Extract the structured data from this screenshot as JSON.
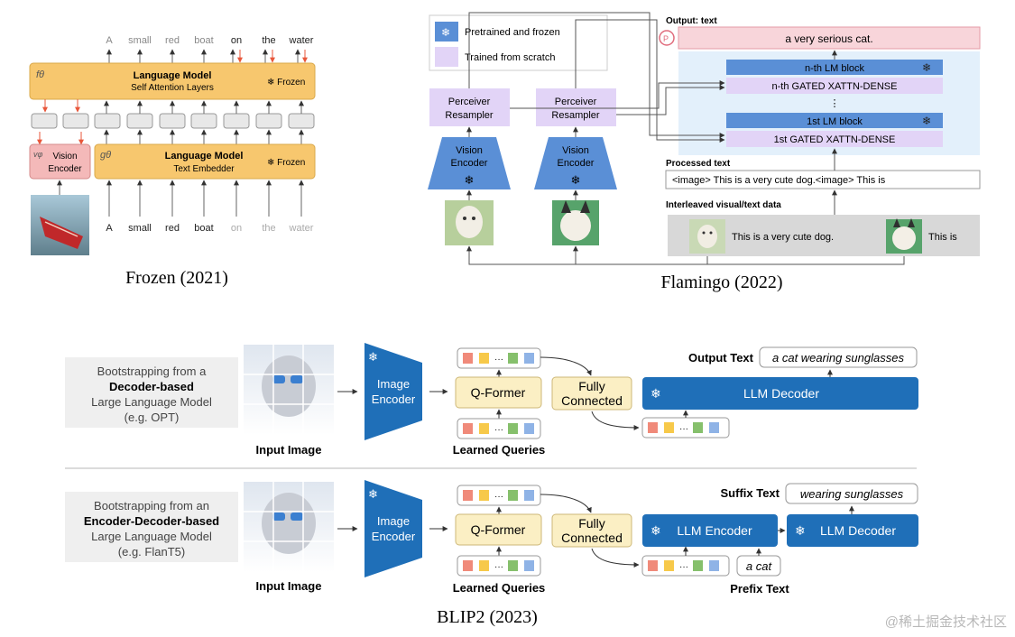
{
  "frozen": {
    "caption": "Frozen (2021)",
    "output_tokens": [
      "A",
      "small",
      "red",
      "boat",
      "on",
      "the",
      "water"
    ],
    "input_tokens": [
      "A",
      "small",
      "red",
      "boat",
      "on",
      "the",
      "water"
    ],
    "lm_symbol": "fθ",
    "lm_title": "Language Model",
    "lm_sub": "Self Attention Layers",
    "lm_frozen": "❄ Frozen",
    "emb_symbol": "gθ",
    "emb_title": "Language Model",
    "emb_sub": "Text Embedder",
    "emb_frozen": "❄ Frozen",
    "vision_symbol": "vφ",
    "vision_line1": "Vision",
    "vision_line2": "Encoder",
    "colors": {
      "lm": "#f7c76e",
      "vision": "#f4b9b9",
      "accent": "#e8563a"
    }
  },
  "flamingo": {
    "caption": "Flamingo (2022)",
    "legend": {
      "frozen": "Pretrained and frozen",
      "scratch": "Trained from scratch"
    },
    "output_label": "Output: text",
    "output_text": "a very serious cat.",
    "nth_lm": "n-th LM block",
    "nth_gated": "n-th GATED XATTN-DENSE",
    "first_lm": "1st LM block",
    "first_gated": "1st GATED XATTN-DENSE",
    "processed_label": "Processed text",
    "processed_text": "<image> This is a very cute dog.<image> This is",
    "interleaved_label": "Interleaved visual/text data",
    "interleaved_text1": "This is a very cute dog.",
    "interleaved_text2": "This is",
    "perceiver1": [
      "Perceiver",
      "Resampler"
    ],
    "perceiver2": [
      "Perceiver",
      "Resampler"
    ],
    "vision1": [
      "Vision",
      "Encoder"
    ],
    "vision2": [
      "Vision",
      "Encoder"
    ],
    "snowflake": "❄",
    "colors": {
      "frozen": "#5a8fd6",
      "scratch": "#e2d4f7",
      "output": "#f8d5da",
      "panel": "#e3f0fb"
    }
  },
  "blip2": {
    "caption": "BLIP2 (2023)",
    "watermark": "@稀土掘金技术社区",
    "top": {
      "desc": [
        "Bootstrapping from a",
        "Decoder-based",
        "Large Language Model",
        "(e.g. OPT)"
      ],
      "input_label": "Input Image",
      "encoder": [
        "Image",
        "Encoder"
      ],
      "qformer": "Q-Former",
      "queries_label": "Learned Queries",
      "fc": [
        "Fully",
        "Connected"
      ],
      "output_label": "Output Text",
      "output_text": "a cat wearing sunglasses",
      "llm": "LLM Decoder"
    },
    "bottom": {
      "desc": [
        "Bootstrapping from an",
        "Encoder-Decoder-based",
        "Large Language Model",
        "(e.g. FlanT5)"
      ],
      "input_label": "Input Image",
      "encoder": [
        "Image",
        "Encoder"
      ],
      "qformer": "Q-Former",
      "queries_label": "Learned Queries",
      "fc": [
        "Fully",
        "Connected"
      ],
      "suffix_label": "Suffix Text",
      "suffix_text": "wearing sunglasses",
      "llm_enc": "LLM Encoder",
      "llm_dec": "LLM Decoder",
      "prefix_text": "a cat",
      "prefix_label": "Prefix Text"
    },
    "colors": {
      "blue": "#1f6fb8",
      "yellow": "#fbefc4",
      "token_red": "#f08a7a",
      "token_yellow": "#f7c94a",
      "token_green": "#86c06c",
      "token_blue": "#8fb3e6"
    }
  }
}
